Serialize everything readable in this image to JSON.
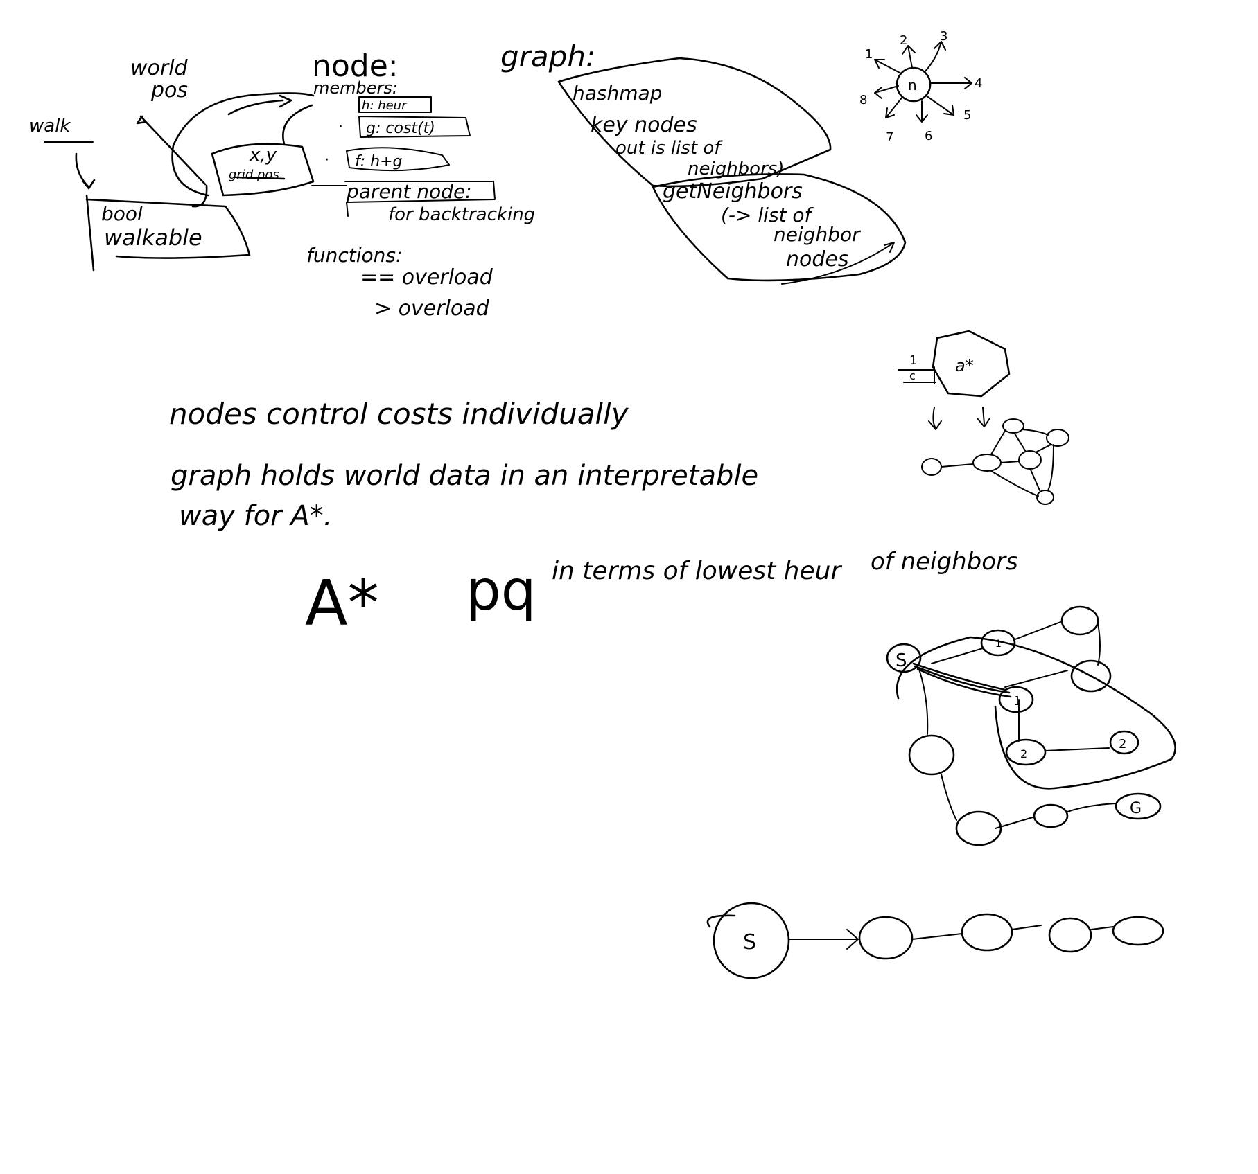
{
  "node_section": {
    "title": "node:",
    "members_label": "members:",
    "h_member": "h: heur",
    "g_member": "g: cost(t)",
    "f_member": "f: h+g",
    "parent_member": "parent node:",
    "parent_note": "for backtracking",
    "xy_label": "x,y",
    "grid_pos_label": "grid pos",
    "functions_label": "functions:",
    "func_eq": "== overload",
    "func_gt": "> overload"
  },
  "world_pos_label": [
    "world",
    "pos"
  ],
  "walk_label": "walk",
  "walkable_box": [
    "bool",
    "walkable"
  ],
  "graph_section": {
    "title": "graph:",
    "hashmap_lines": [
      "hashmap",
      "key nodes",
      "out is list of",
      "neighbors)"
    ],
    "get_neighbors_lines": [
      "getNeighbors",
      "(-> list of",
      "neighbor",
      "nodes"
    ]
  },
  "compass": {
    "center": "n",
    "directions": [
      "1",
      "2",
      "3",
      "4",
      "5",
      "6",
      "7",
      "8"
    ]
  },
  "small_graph": {
    "a_star_node": "a*",
    "fraction": [
      "1",
      "c"
    ]
  },
  "notes": [
    "nodes control costs individually",
    "graph holds world data in an interpretable",
    "way for A*."
  ],
  "astar_line": {
    "astar": "A*",
    "pq": "pq",
    "text": "in terms of lowest heur",
    "text2": "of neighbors"
  },
  "big_graph": {
    "start": "S",
    "goal": "G",
    "labels": [
      "1",
      "1",
      "2",
      "2"
    ]
  },
  "path": {
    "start": "S"
  }
}
